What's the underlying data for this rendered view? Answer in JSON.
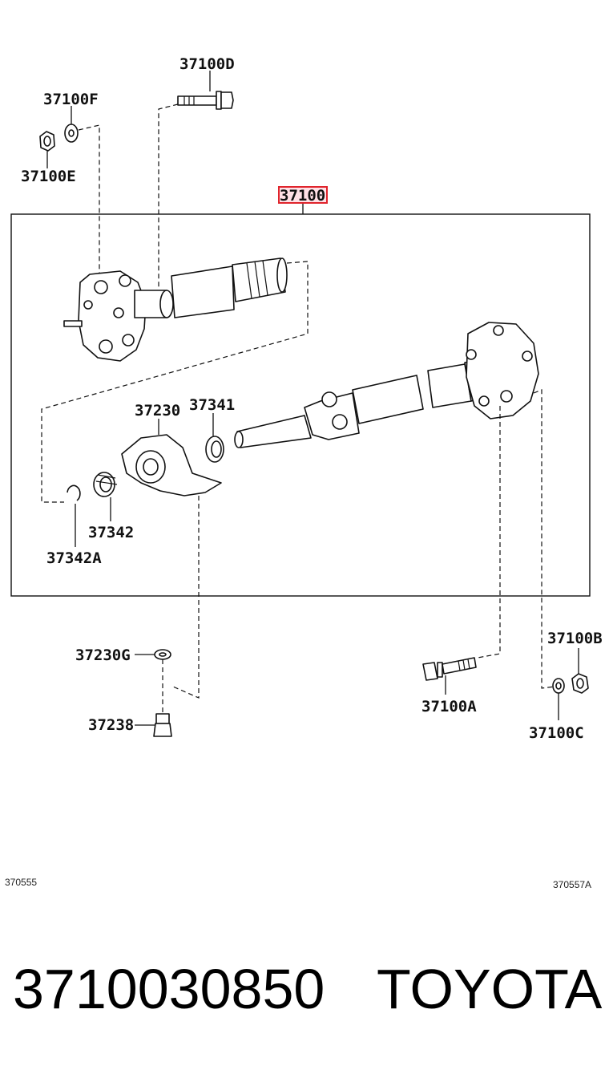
{
  "labels": {
    "p37100D": "37100D",
    "p37100F": "37100F",
    "p37100E": "37100E",
    "p37100": "37100",
    "p37230": "37230",
    "p37341": "37341",
    "p37342": "37342",
    "p37342A": "37342A",
    "p37230G": "37230G",
    "p37238": "37238",
    "p37100A": "37100A",
    "p37100B": "37100B",
    "p37100C": "37100C"
  },
  "refs": {
    "left": "370555",
    "right": "370557A"
  },
  "footer": {
    "part_number": "3710030850",
    "brand": "TOYOTA"
  },
  "colors": {
    "highlight_border": "#e0242c",
    "highlight_fill": "#ffe0e6"
  }
}
